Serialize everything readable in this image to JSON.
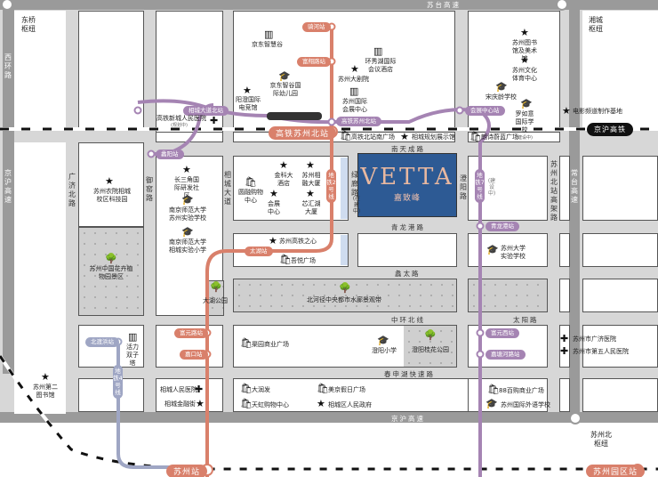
{
  "map": {
    "project": {
      "name_en": "VETTA",
      "name_cn": "嘉致峰"
    },
    "colors": {
      "metro_2": "#d9806b",
      "metro_7": "#a584b3",
      "metro_4": "#9fa6c4",
      "project_block": "#2d5a94",
      "road": "#a9a9a9"
    },
    "roads": {
      "sutai_top": "苏台高速",
      "sutai_right": "常台高速",
      "jinghu_left": "京沪高速",
      "jinghu_bottom": "京沪高速",
      "xihuan": "西环路",
      "guangji_north": "广济北路",
      "yuliu": "御窑路",
      "xiangcheng_ave": "相城大道",
      "lvlang": "绿廊路",
      "lvlang_note": "(在建中)",
      "chengyang": "澄阳路",
      "north_station_elevated": "苏州北站高架路",
      "nantiancheng": "南天成路",
      "qinglonggang": "青龙港路",
      "xiantai": "蠡太路",
      "zhonghuan_north": "中环北线",
      "taiyang": "太阳路",
      "chunshenhu": "春申湖快速路"
    },
    "hubs": {
      "dongqiao": "东桥枢纽",
      "lihu": "湘城枢纽",
      "suzhou_north_hub": "苏州北枢纽"
    },
    "railway": {
      "label": "京沪高铁"
    },
    "stations": {
      "gaotie_north": "高铁苏州北站",
      "suzhou": "苏州站",
      "suzhou_park": "苏州园区站"
    },
    "metro_lines": {
      "line2": "地铁2号线",
      "line7": "地铁7号线",
      "line7_note": "(建设中)",
      "line4": "地铁4号线"
    },
    "metro_stops": {
      "line2": [
        "骑河站",
        "富翔路站",
        "高铁苏州北站",
        "太湖站",
        "富元路站",
        "嘉口站"
      ],
      "line7": [
        "相城大道北站",
        "蠡阳站",
        "高铁苏州北站",
        "会展中心站",
        "青龙港站",
        "富元西站",
        "嘉塘河路站"
      ],
      "line4": [
        "北渡浜站"
      ]
    },
    "poi": [
      {
        "icon": "building-icon",
        "label": "京东智慧谷"
      },
      {
        "icon": "building-icon",
        "label": "环秀湖国际会议酒店"
      },
      {
        "icon": "star-icon",
        "label": "苏州大剧院"
      },
      {
        "icon": "building-icon",
        "label": "苏州国际会展中心"
      },
      {
        "icon": "school-icon",
        "label": "京东智谷国际幼儿园"
      },
      {
        "icon": "star-icon",
        "label": "阳澄国际电竞馆"
      },
      {
        "icon": "hospital-icon",
        "label": "高铁新城人民医院",
        "note": "(规划中)"
      },
      {
        "icon": "shopping-bag-icon",
        "label": "高铁北站南广场"
      },
      {
        "icon": "star-icon",
        "label": "相城规划展示馆"
      },
      {
        "icon": "shopping-bag-icon",
        "label": "朗诗蔚蓝广场",
        "note": "(建设中)"
      },
      {
        "icon": "star-icon",
        "label": "苏州图书馆及美术馆"
      },
      {
        "icon": "star-icon",
        "label": "苏州文化体育中心"
      },
      {
        "icon": "school-icon",
        "label": "宋庆龄学校"
      },
      {
        "icon": "school-icon",
        "label": "罗如意国际学校"
      },
      {
        "icon": "star-icon",
        "label": "电影频道制作基地"
      },
      {
        "icon": "star-icon",
        "label": "苏州农院相城校区科技园"
      },
      {
        "icon": "park-icon",
        "label": "苏州中国花卉植物园景区"
      },
      {
        "icon": "star-icon",
        "label": "长三角国际研发社区"
      },
      {
        "icon": "school-icon",
        "label": "南京师范大学苏州实验学校"
      },
      {
        "icon": "school-icon",
        "label": "南京师范大学相城实验小学"
      },
      {
        "icon": "star-icon",
        "label": "金科大酒店"
      },
      {
        "icon": "star-icon",
        "label": "苏州相融大厦"
      },
      {
        "icon": "shopping-bag-icon",
        "label": "圆融购物中心"
      },
      {
        "icon": "star-icon",
        "label": "会展中心"
      },
      {
        "icon": "star-icon",
        "label": "芯汇湖大厦"
      },
      {
        "icon": "star-icon",
        "label": "苏州高铁之心"
      },
      {
        "icon": "shopping-bag-icon",
        "label": "吾悦广场"
      },
      {
        "icon": "school-icon",
        "label": "苏州大学实验学校"
      },
      {
        "icon": "park-icon",
        "label": "大湖公园"
      },
      {
        "icon": "park-icon",
        "label": "北河径中央都市水廊景观带"
      },
      {
        "icon": "building-icon",
        "label": "活力双子塔"
      },
      {
        "icon": "shopping-bag-icon",
        "label": "渠园商业广场"
      },
      {
        "icon": "school-icon",
        "label": "澄阳小学"
      },
      {
        "icon": "park-icon",
        "label": "澄阳桂花公园"
      },
      {
        "icon": "hospital-icon",
        "label": "苏州市广济医院"
      },
      {
        "icon": "hospital-icon",
        "label": "苏州市第五人民医院"
      },
      {
        "icon": "star-icon",
        "label": "苏州第二图书馆"
      },
      {
        "icon": "hospital-icon",
        "label": "相城人民医院"
      },
      {
        "icon": "star-icon",
        "label": "相城金融街"
      },
      {
        "icon": "shopping-bag-icon",
        "label": "大润发"
      },
      {
        "icon": "shopping-bag-icon",
        "label": "天虹购物中心"
      },
      {
        "icon": "shopping-bag-icon",
        "label": "美京假日广场"
      },
      {
        "icon": "star-icon",
        "label": "相城区人民政府"
      },
      {
        "icon": "shopping-bag-icon",
        "label": "88百购商业广场"
      },
      {
        "icon": "school-icon",
        "label": "苏州国际外语学校"
      }
    ]
  }
}
